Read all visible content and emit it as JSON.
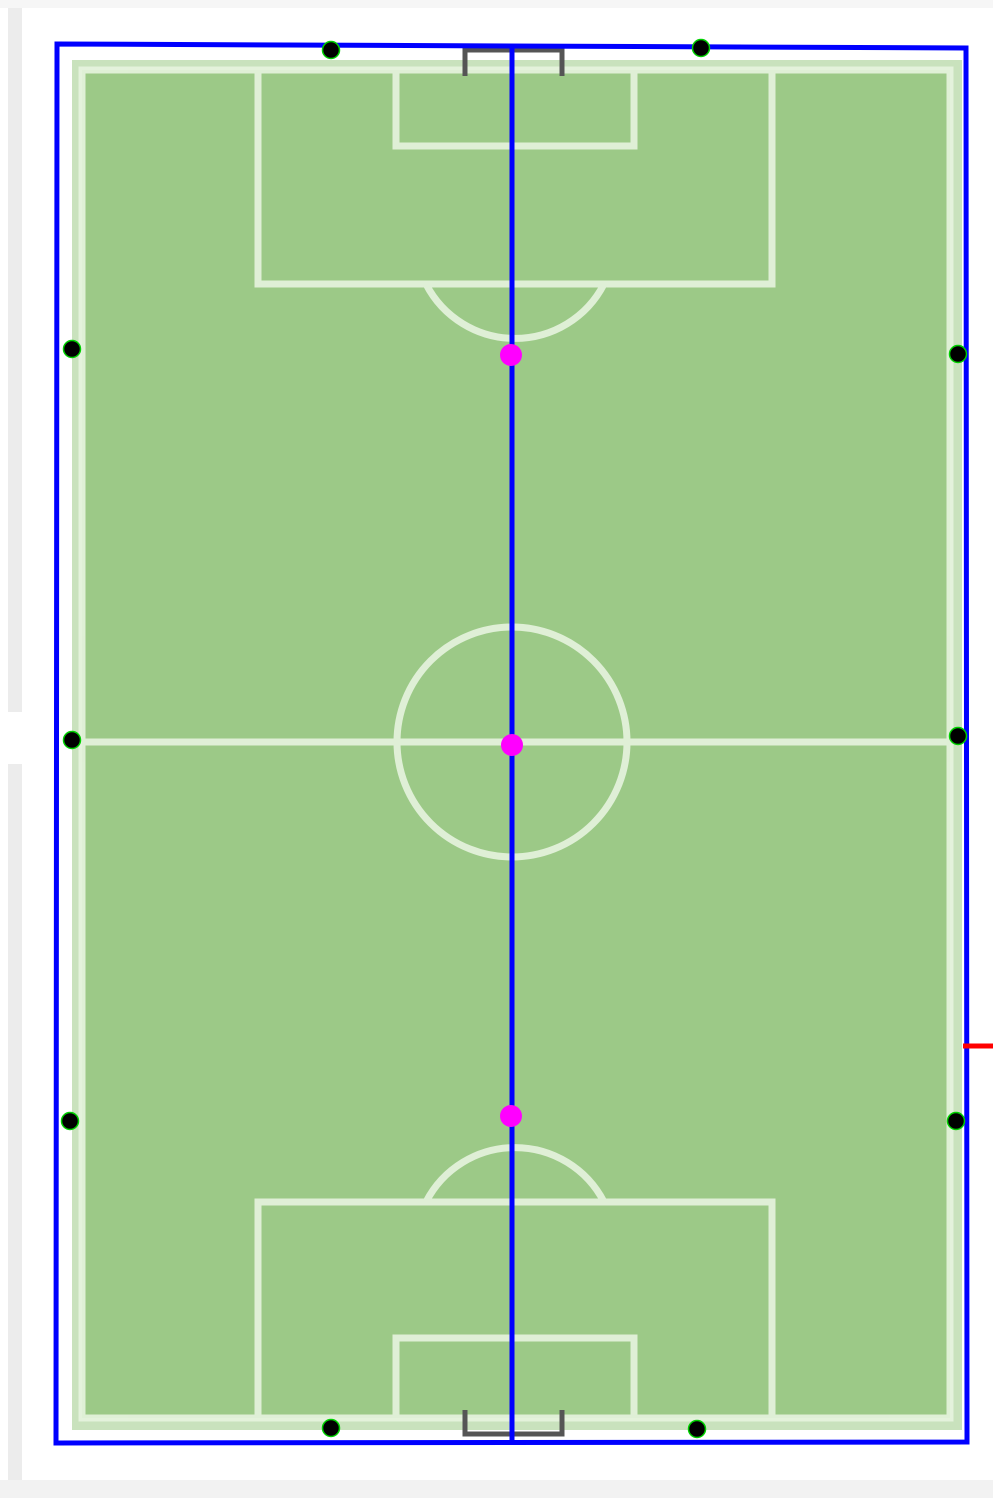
{
  "colors": {
    "grass": "#9cc987",
    "grass_outer": "#c9e2bd",
    "pitch_lines": "#e7f4df",
    "goal": "#555555",
    "overlay_line": "#0000ff",
    "corner_point": "#000000",
    "corner_point_ring": "#00d000",
    "center_point": "#ff00ff",
    "marker": "#ff0000"
  },
  "overlay": {
    "line_color_name": "blue",
    "point_types": [
      "black-keypoint",
      "magenta-keypoint"
    ]
  }
}
